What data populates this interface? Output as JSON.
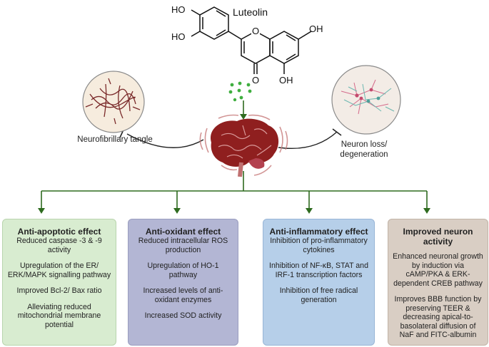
{
  "compound": {
    "name": "Luteolin",
    "substituents": [
      "HO",
      "HO",
      "OH",
      "OH",
      "O",
      "O"
    ]
  },
  "left_target": {
    "label": "Neurofibrillary tangle"
  },
  "right_target": {
    "label": "Neuron loss/ degeneration"
  },
  "effects": [
    {
      "title": "Anti-apoptotic effect",
      "items": [
        "Reduced caspase -3 & -9 activity",
        "Upregulation of the ER/ ERK/MAPK signalling pathway",
        "Improved Bcl-2/ Bax ratio",
        "Alleviating reduced mitochondrial membrane potential"
      ],
      "color": "#d8ecd0"
    },
    {
      "title": "Anti-oxidant effect",
      "items": [
        "Reduced intracellular ROS production",
        "Upregulation of HO-1 pathway",
        "Increased levels of anti-oxidant enzymes",
        "Increased SOD activity"
      ],
      "color": "#b3b6d4"
    },
    {
      "title": "Anti-inflammatory effect",
      "items": [
        "Inhibition of pro-inflammatory cytokines",
        "Inhibition of NF-κB, STAT and IRF-1 transcription factors",
        "Inhibition of free radical generation"
      ],
      "color": "#b6cfe9"
    },
    {
      "title": "Improved neuron activity",
      "items": [
        "Enhanced neuronal growth by induction via  cAMP/PKA & ERK-dependent CREB pathway",
        "Improves BBB function by preserving TEER & decreasing apical-to-basolateral diffusion of NaF and FITC-albumin"
      ],
      "color": "#d9cec4"
    }
  ],
  "colors": {
    "arrow": "#2e6b1f",
    "brain": "#8f1f1f",
    "tangle": "#7a2a2a"
  }
}
